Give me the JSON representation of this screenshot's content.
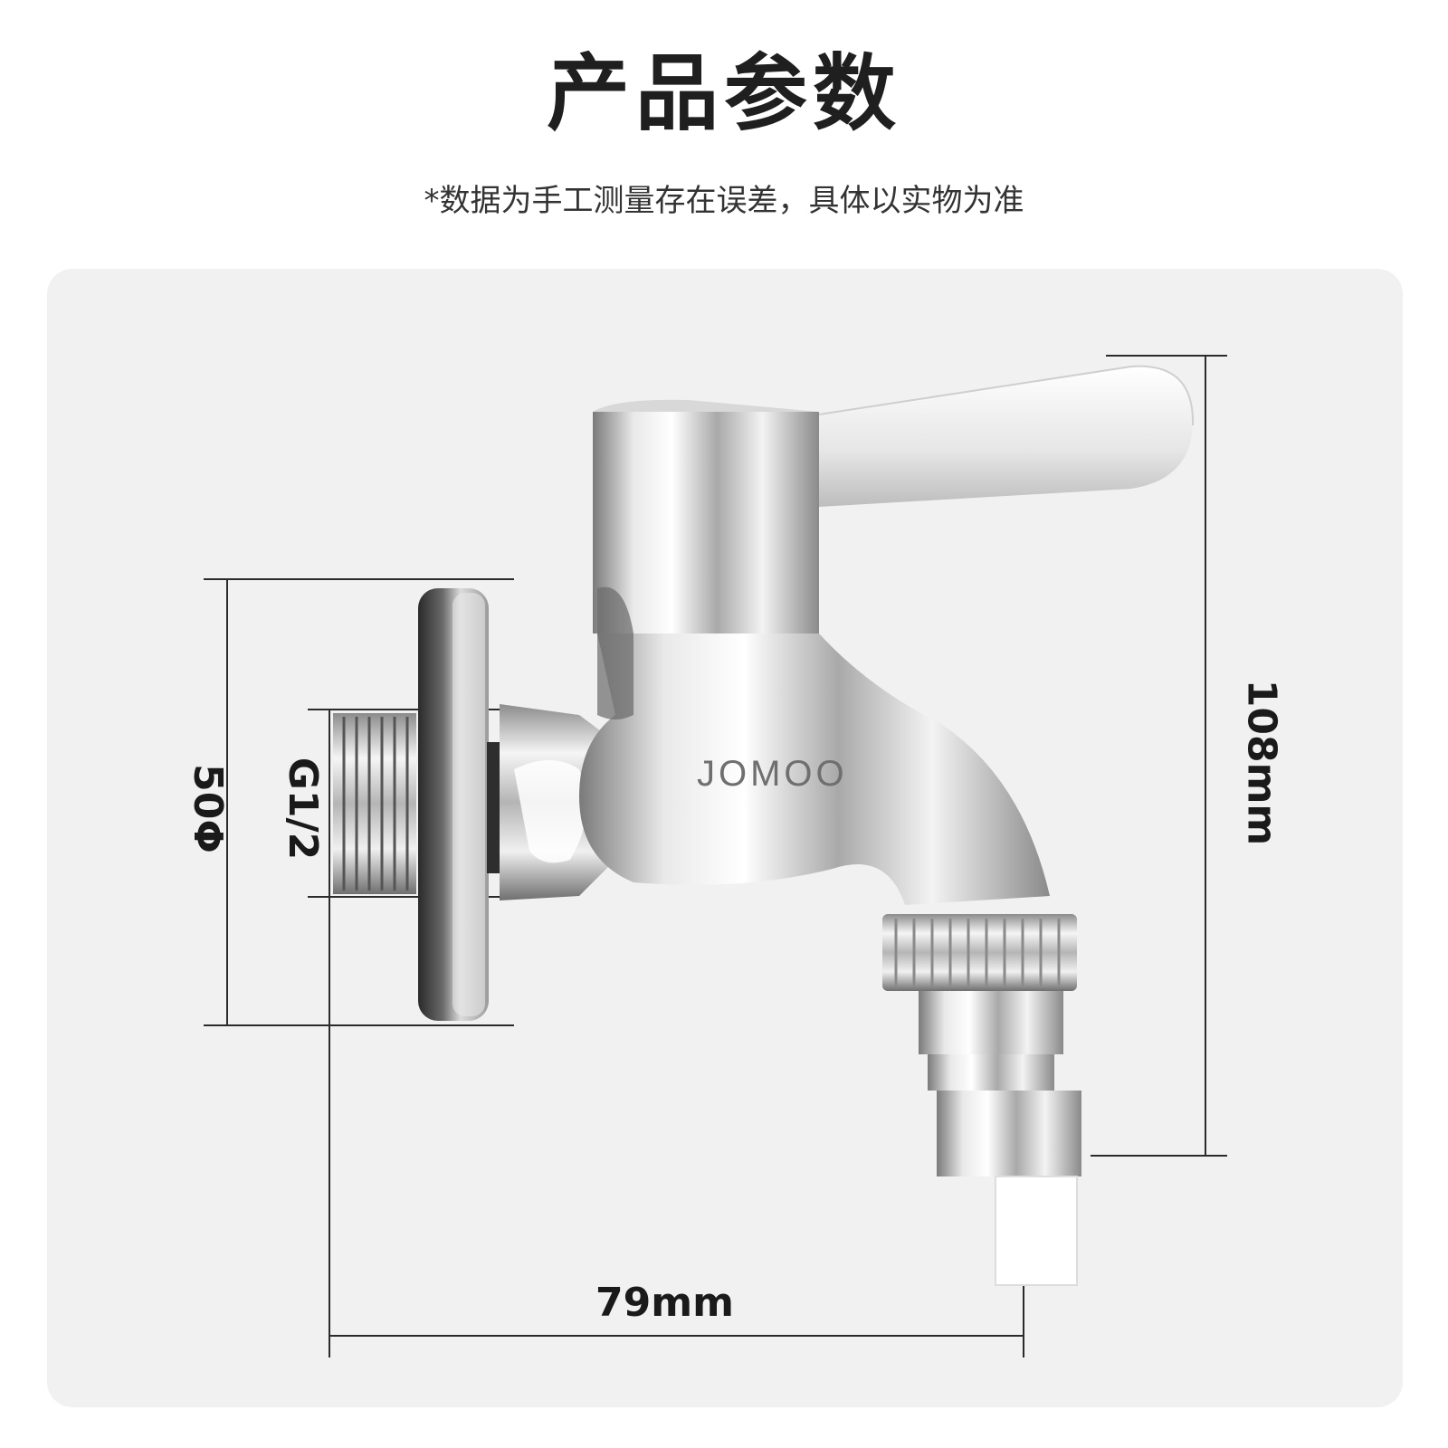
{
  "header": {
    "title": "产品参数",
    "note": "*数据为手工测量存在误差，具体以实物为准"
  },
  "dimensions": {
    "height": "108mm",
    "length": "79mm",
    "flange_diameter": "50Φ",
    "thread": "G1/2"
  },
  "product": {
    "brand": "JOMOO",
    "type_icon": "faucet-illustration"
  },
  "colors": {
    "background": "#ffffff",
    "panel": "#f1f1f1",
    "text": "#1f1f1f",
    "chrome": "#c9c9c9"
  }
}
